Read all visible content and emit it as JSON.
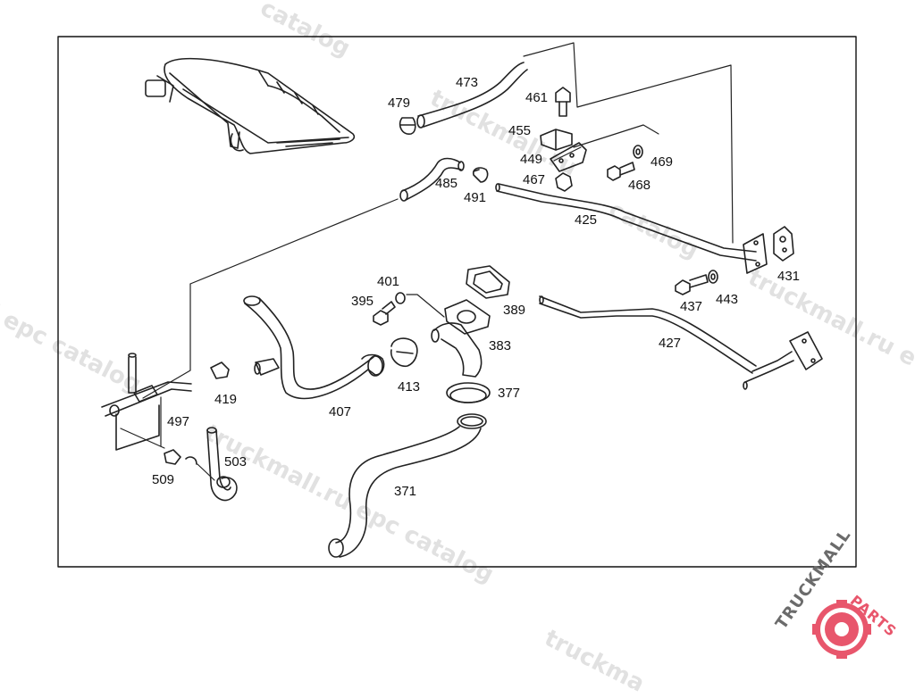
{
  "watermarks": {
    "catalog_top": "catalog",
    "truckmall_top": "truckmall.ru",
    "catalog_mid": "catalog",
    "truckmall_right": "truckmall.ru e",
    "epc_left": "l epc catalog",
    "truckmall_center": "truckmall.ru epc catalog",
    "truckmall_bottom": "truckma"
  },
  "logo": {
    "text_dark": "TRUCKMALL",
    "text_accent": "PARTS",
    "dark_color": "#6b6b6b",
    "accent_color": "#e8566c"
  },
  "callouts": {
    "p473": "473",
    "p479": "479",
    "p461": "461",
    "p455": "455",
    "p449": "449",
    "p469": "469",
    "p467": "467",
    "p468": "468",
    "p485": "485",
    "p491": "491",
    "p425": "425",
    "p431": "431",
    "p437": "437",
    "p443": "443",
    "p401": "401",
    "p395": "395",
    "p389": "389",
    "p383": "383",
    "p427": "427",
    "p413": "413",
    "p377": "377",
    "p419": "419",
    "p407": "407",
    "p497": "497",
    "p503": "503",
    "p509": "509",
    "p371": "371"
  }
}
